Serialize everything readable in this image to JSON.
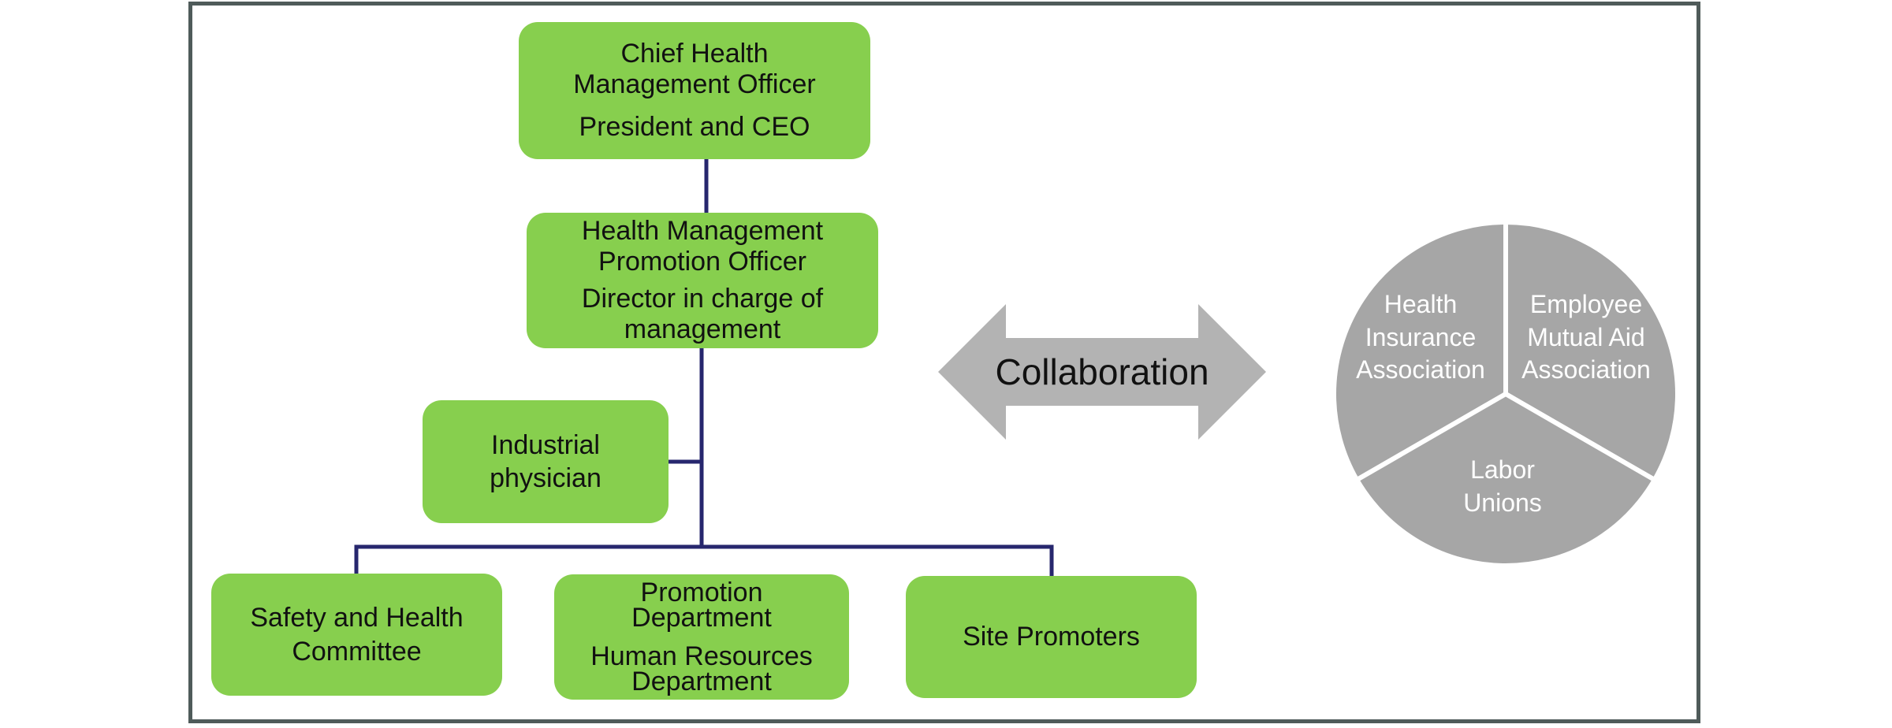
{
  "org": {
    "chief": {
      "line1": "Chief Health",
      "line2": "Management Officer",
      "line3": "President and CEO"
    },
    "promotion_officer": {
      "line1": "Health Management",
      "line2": "Promotion Officer",
      "line3": "Director in charge of",
      "line4": "management"
    },
    "physician": {
      "line1": "Industrial",
      "line2": "physician"
    },
    "safety": {
      "line1": "Safety and Health",
      "line2": "Committee"
    },
    "departments": {
      "line1": "Promotion",
      "line2": "Department",
      "line3": "Human Resources",
      "line4": "Department"
    },
    "site": {
      "label": "Site Promoters"
    }
  },
  "collaboration": {
    "label": "Collaboration"
  },
  "partners": {
    "health_insurance": {
      "line1": "Health",
      "line2": "Insurance",
      "line3": "Association"
    },
    "mutual_aid": {
      "line1": "Employee",
      "line2": "Mutual Aid",
      "line3": "Association"
    },
    "labor": {
      "line1": "Labor",
      "line2": "Unions"
    }
  },
  "colors": {
    "box_fill": "#87cf4e",
    "connector": "#27276e",
    "arrow_fill": "#b3b3b3",
    "pie_fill": "#a6a6a6",
    "frame": "#4f5b5a"
  }
}
